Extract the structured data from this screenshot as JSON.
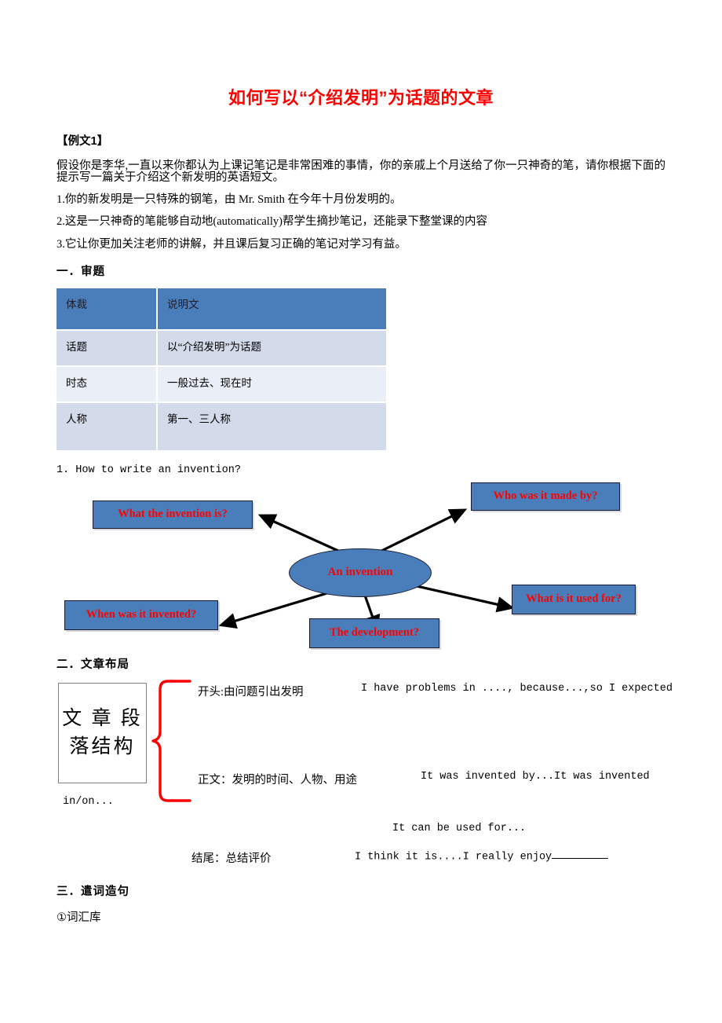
{
  "document": {
    "title": "如何写以“介绍发明”为话题的文章",
    "title_color": "#FF0000"
  },
  "prompt": {
    "sample_label": "【例文1】",
    "paragraph": "假设你是李华,一直以来你都认为上课记笔记是非常困难的事情，你的亲戚上个月送给了你一只神奇的笔，请你根据下面的提示写一篇关于介绍这个新发明的英语短文。",
    "items": [
      "1.你的新发明是一只特殊的钢笔，由 Mr. Smith 在今年十月份发明的。",
      "2.这是一只神奇的笔能够自动地(automatically)帮学生摘抄笔记，还能录下整堂课的内容",
      "3.它让你更加关注老师的讲解，并且课后复习正确的笔记对学习有益。"
    ]
  },
  "section_one": {
    "heading": "一．审题",
    "table": {
      "rows": [
        {
          "key": "体裁",
          "value": "说明文"
        },
        {
          "key": "话题",
          "value": "以“介绍发明”为话题"
        },
        {
          "key": "时态",
          "value": "一般过去、现在时"
        },
        {
          "key": "人称",
          "value": "第一、三人称"
        }
      ]
    },
    "mindmap": {
      "heading": "1. How to write an invention?",
      "center": "An invention",
      "nodes": [
        "What the invention is?",
        "Who was it made by?",
        "When was it invented?",
        "The development?",
        "What is it used for?"
      ],
      "box_fill": "#4A7EBB",
      "text_color": "#FF0000"
    }
  },
  "section_two": {
    "heading": "二．文章布局",
    "struct_label_line1": "文 章 段",
    "struct_label_line2": "落结构",
    "brace_color": "#FF0000",
    "rows": [
      {
        "cn": "开头:由问题引出发明",
        "en": "I have problems in ....,  because...,so I expected"
      },
      {
        "cn": "正文：发明的时间、人物、用途",
        "en": "It was invented by...It was invented"
      },
      {
        "cn": "",
        "en": "in/on..."
      },
      {
        "cn": "",
        "en": "It can be used for..."
      },
      {
        "cn": "结尾：总结评价",
        "en": "I think it is....I really enjoy"
      }
    ],
    "in_on_text": "in/on...",
    "can_be_used_text": "It can be used for...",
    "ending_cn": "结尾：总结评价",
    "ending_en": "I think it is....I really enjoy"
  },
  "section_three": {
    "heading": "三．遣词造句",
    "sub_heading": "①词汇库"
  }
}
